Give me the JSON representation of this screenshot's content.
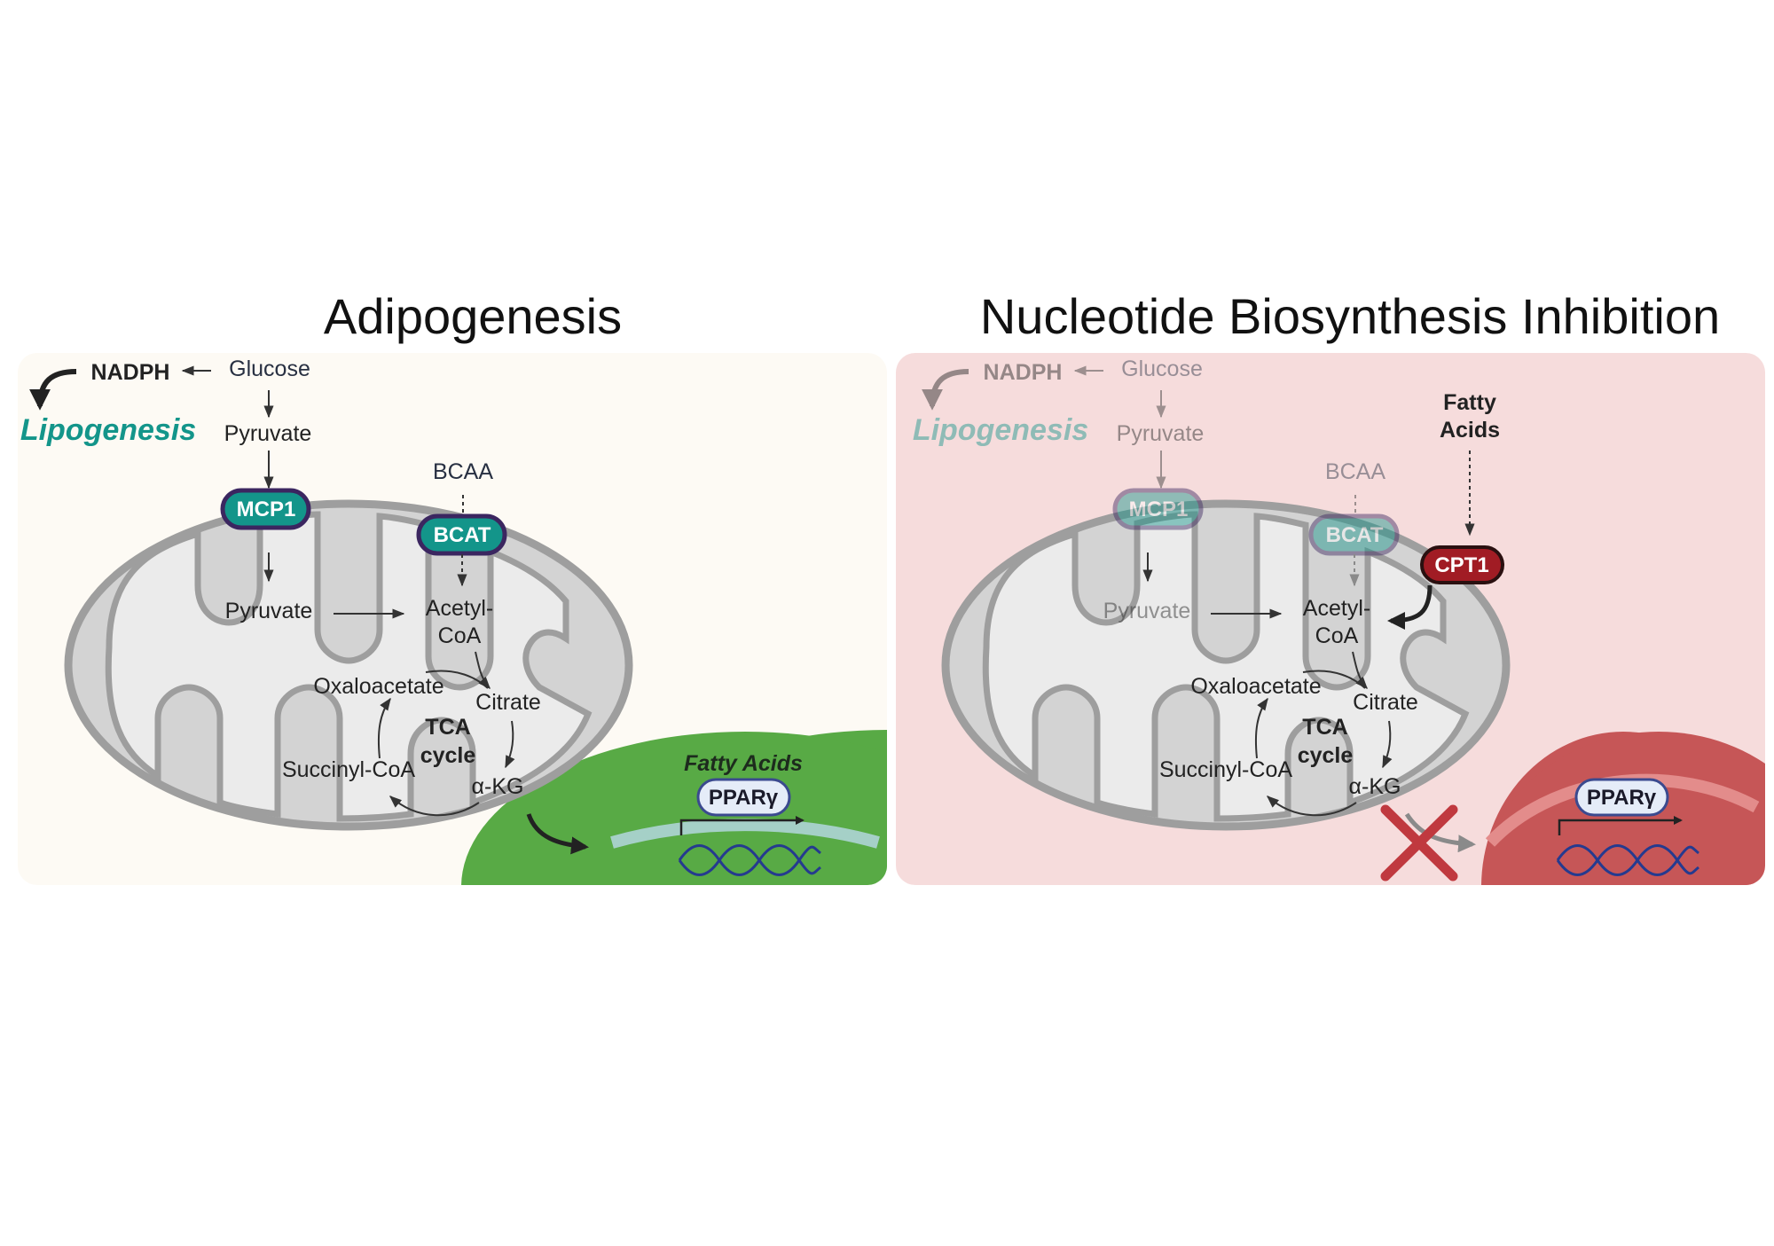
{
  "left_panel": {
    "title": "Adipogenesis",
    "nadph": "NADPH",
    "glucose": "Glucose",
    "lipogenesis": "Lipogenesis",
    "pyruvate_cyto": "Pyruvate",
    "mcp1": "MCP1",
    "bcaa": "BCAA",
    "bcat": "BCAT",
    "pyruvate_mito": "Pyruvate",
    "acetyl_coa_1": "Acetyl-",
    "acetyl_coa_2": "CoA",
    "oxaloacetate": "Oxaloacetate",
    "citrate": "Citrate",
    "tca_1": "TCA",
    "tca_2": "cycle",
    "succinyl_coa": "Succinyl-CoA",
    "akg": "α-KG",
    "fatty_acids": "Fatty Acids",
    "ppar": "PPARγ"
  },
  "right_panel": {
    "title": "Nucleotide Biosynthesis Inhibition",
    "nadph": "NADPH",
    "glucose": "Glucose",
    "lipogenesis": "Lipogenesis",
    "pyruvate_cyto": "Pyruvate",
    "mcp1": "MCP1",
    "bcaa": "BCAA",
    "bcat": "BCAT",
    "fatty_acids_1": "Fatty",
    "fatty_acids_2": "Acids",
    "cpt1": "CPT1",
    "pyruvate_mito": "Pyruvate",
    "acetyl_coa_1": "Acetyl-",
    "acetyl_coa_2": "CoA",
    "oxaloacetate": "Oxaloacetate",
    "citrate": "Citrate",
    "tca_1": "TCA",
    "tca_2": "cycle",
    "succinyl_coa": "Succinyl-CoA",
    "akg": "α-KG",
    "ppar": "PPARγ"
  },
  "colors": {
    "left_bg": "#fdfaf4",
    "right_bg": "#f6dcdc",
    "teal": "#13958a",
    "enzyme_border": "#3b2660",
    "cpt1": "#a11c24",
    "nucleus_green": "#58aa45",
    "nucleus_red": "#c65657",
    "mito_outer": "#d3d3d3",
    "mito_stroke": "#9e9e9e",
    "mito_inner": "#ececec"
  }
}
